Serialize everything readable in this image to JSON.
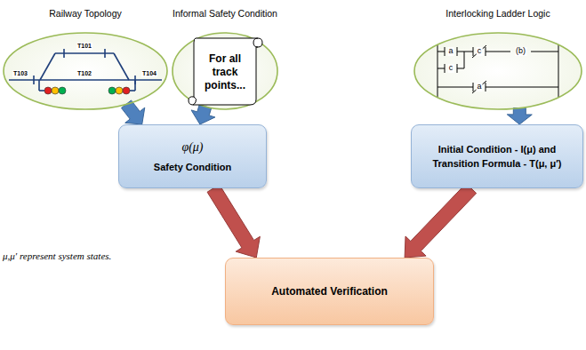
{
  "diagram": {
    "nodes": [
      {
        "text": [
          "Railway Topology"
        ]
      },
      {
        "text": [
          "Informal Safety Condition"
        ]
      },
      {
        "text": [
          "For all track points..."
        ],
        "in": 1
      },
      {
        "text": [
          "Interlocking Ladder Logic"
        ]
      },
      {
        "text": [
          "φ(μ)",
          "Safety Condition"
        ]
      },
      {
        "text": [
          "Initial Condition - I(μ) and Transition Formula - T(μ, μ′)"
        ]
      },
      {
        "text": [
          "Automated Verification"
        ]
      }
    ],
    "edges": [
      {
        "from": 0,
        "to": 4,
        "arrow": "to"
      },
      {
        "from": 1,
        "to": 4,
        "arrow": "to"
      },
      {
        "from": 3,
        "to": 5,
        "arrow": "to"
      },
      {
        "from": 4,
        "to": 6,
        "arrow": "to"
      },
      {
        "from": 5,
        "to": 6,
        "arrow": "to"
      }
    ],
    "labels": [
      "T101",
      "T102",
      "T103",
      "T104",
      "a",
      "c",
      "(b)",
      "c",
      "a",
      "μ,μ′ represent system states."
    ]
  }
}
